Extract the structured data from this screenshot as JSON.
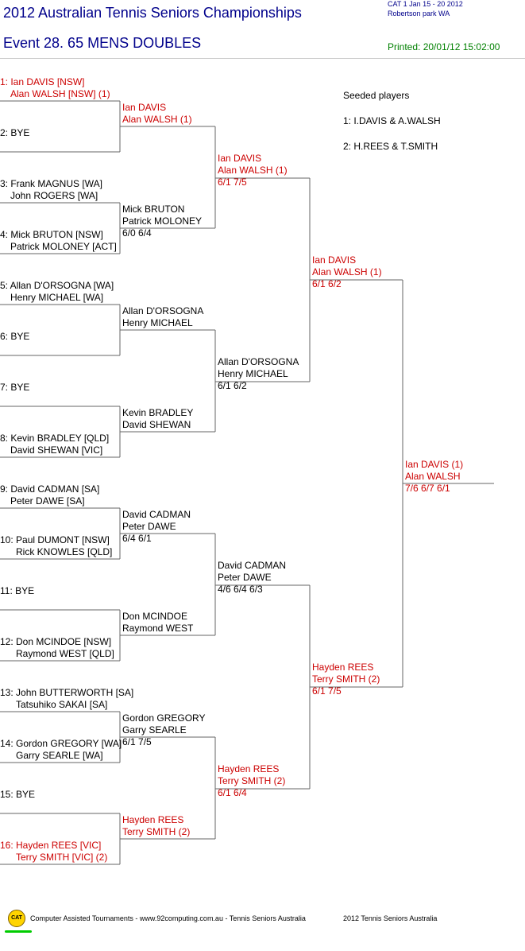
{
  "header": {
    "title": "2012 Australian Tennis Seniors Championships",
    "event": "Event 28. 65 MENS DOUBLES",
    "meta_line1": "CAT 1    Jan 15 - 20 2012",
    "meta_line2": "Robertson park    WA",
    "printed": "Printed: 20/01/12 15:02:00"
  },
  "seeds": {
    "heading": "Seeded players",
    "s1": "1: I.DAVIS & A.WALSH",
    "s2": "2: H.REES & T.SMITH"
  },
  "r1": [
    {
      "a": "1: Ian DAVIS [NSW]",
      "b": "Alan WALSH [NSW] (1)"
    },
    {
      "a": "2: BYE",
      "b": ""
    },
    {
      "a": "3: Frank MAGNUS [WA]",
      "b": "John ROGERS [WA]"
    },
    {
      "a": "4: Mick BRUTON [NSW]",
      "b": "Patrick MOLONEY [ACT]"
    },
    {
      "a": "5: Allan D'ORSOGNA [WA]",
      "b": "Henry MICHAEL [WA]"
    },
    {
      "a": "6: BYE",
      "b": ""
    },
    {
      "a": "7: BYE",
      "b": ""
    },
    {
      "a": "8: Kevin BRADLEY [QLD]",
      "b": "David SHEWAN [VIC]"
    },
    {
      "a": "9: David CADMAN [SA]",
      "b": "Peter DAWE [SA]"
    },
    {
      "a": "10: Paul DUMONT [NSW]",
      "b": "Rick KNOWLES [QLD]"
    },
    {
      "a": "11: BYE",
      "b": ""
    },
    {
      "a": "12: Don MCINDOE [NSW]",
      "b": "Raymond WEST [QLD]"
    },
    {
      "a": "13: John BUTTERWORTH [SA]",
      "b": "Tatsuhiko SAKAI [SA]"
    },
    {
      "a": "14: Gordon GREGORY [WA]",
      "b": "Garry SEARLE [WA]"
    },
    {
      "a": "15: BYE",
      "b": ""
    },
    {
      "a": "16: Hayden REES [VIC]",
      "b": "Terry SMITH [VIC] (2)"
    }
  ],
  "r2": [
    {
      "a": "Ian DAVIS",
      "b": "Alan WALSH (1)",
      "score": ""
    },
    {
      "a": "Mick BRUTON",
      "b": "Patrick MOLONEY",
      "score": "6/0 6/4"
    },
    {
      "a": "Allan D'ORSOGNA",
      "b": "Henry MICHAEL",
      "score": ""
    },
    {
      "a": "Kevin BRADLEY",
      "b": "David SHEWAN",
      "score": ""
    },
    {
      "a": "David CADMAN",
      "b": "Peter DAWE",
      "score": "6/4 6/1"
    },
    {
      "a": "Don MCINDOE",
      "b": "Raymond WEST",
      "score": ""
    },
    {
      "a": "Gordon GREGORY",
      "b": "Garry SEARLE",
      "score": "6/1 7/5"
    },
    {
      "a": "Hayden REES",
      "b": "Terry SMITH (2)",
      "score": ""
    }
  ],
  "r3": [
    {
      "a": "Ian DAVIS",
      "b": "Alan WALSH (1)",
      "score": "6/1 7/5"
    },
    {
      "a": "Allan D'ORSOGNA",
      "b": "Henry MICHAEL",
      "score": "6/1 6/2"
    },
    {
      "a": "David CADMAN",
      "b": "Peter DAWE",
      "score": "4/6 6/4 6/3"
    },
    {
      "a": "Hayden REES",
      "b": "Terry SMITH (2)",
      "score": "6/1 6/4"
    }
  ],
  "r4": [
    {
      "a": "Ian DAVIS",
      "b": "Alan WALSH (1)",
      "score": "6/1 6/2"
    },
    {
      "a": "Hayden REES",
      "b": "Terry SMITH (2)",
      "score": "6/1 7/5"
    }
  ],
  "final": {
    "a": "Ian DAVIS (1)",
    "b": "Alan WALSH",
    "score": "7/6 6/7 6/1"
  },
  "footer": {
    "logo": "CAT",
    "left": "Computer Assisted Tournaments - www.92computing.com.au -  Tennis Seniors Australia",
    "right": "2012 Tennis Seniors Australia"
  },
  "colors": {
    "winner": "#cc0000",
    "title": "#00008b",
    "printed": "#008000"
  }
}
